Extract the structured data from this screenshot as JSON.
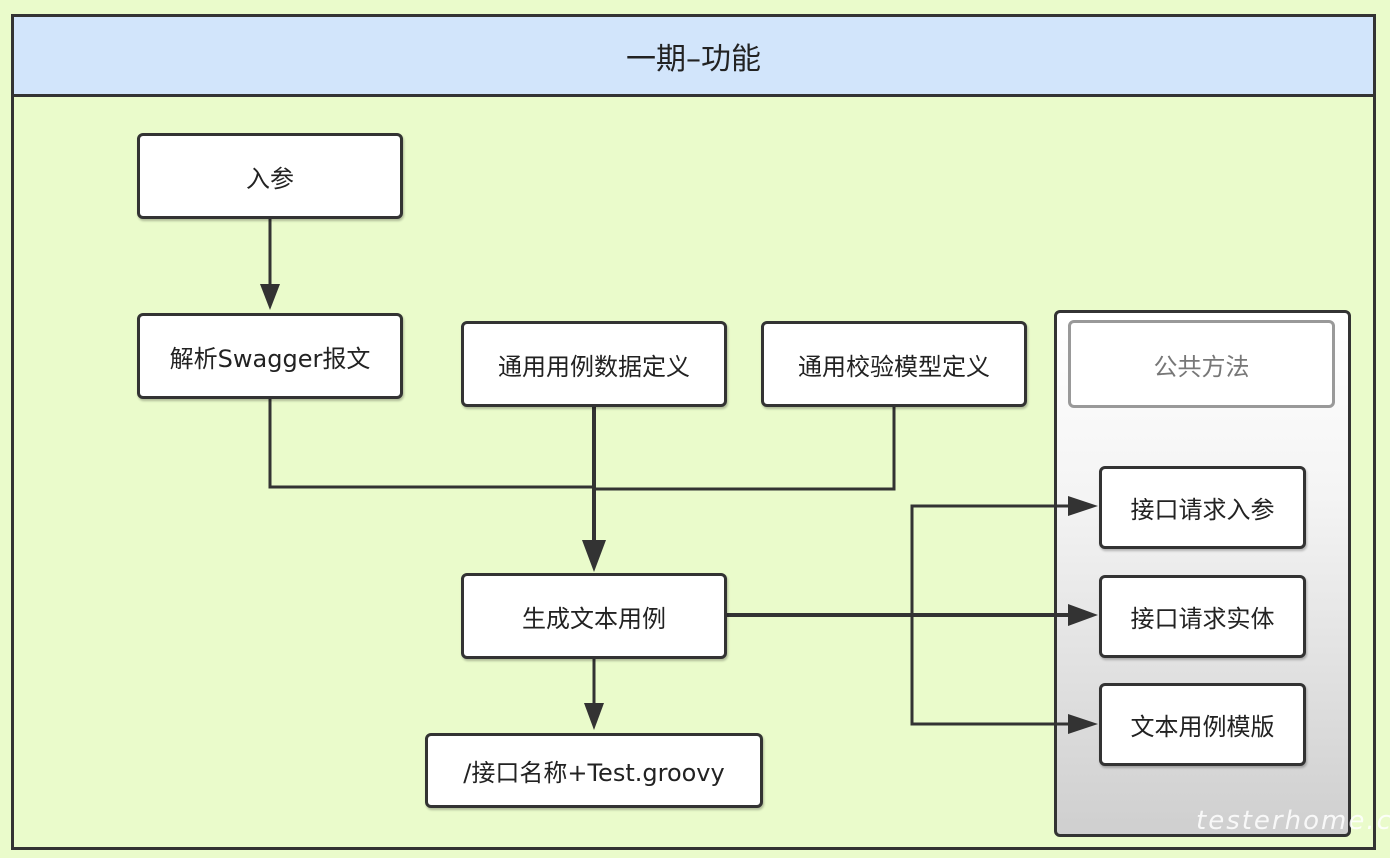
{
  "title": "一期–功能",
  "nodes": {
    "input_params": "入参",
    "parse_swagger": "解析Swagger报文",
    "common_case_data": "通用用例数据定义",
    "common_check_model": "通用校验模型定义",
    "generate_text_case": "生成文本用例",
    "output_file": "/接口名称+Test.groovy"
  },
  "group": {
    "title": "公共方法",
    "items": [
      "接口请求入参",
      "接口请求实体",
      "文本用例模版"
    ]
  },
  "watermark": "testerhome.com",
  "colors": {
    "background": "#eafbcb",
    "title_bar": "#d2e5fb",
    "stroke": "#333333"
  }
}
